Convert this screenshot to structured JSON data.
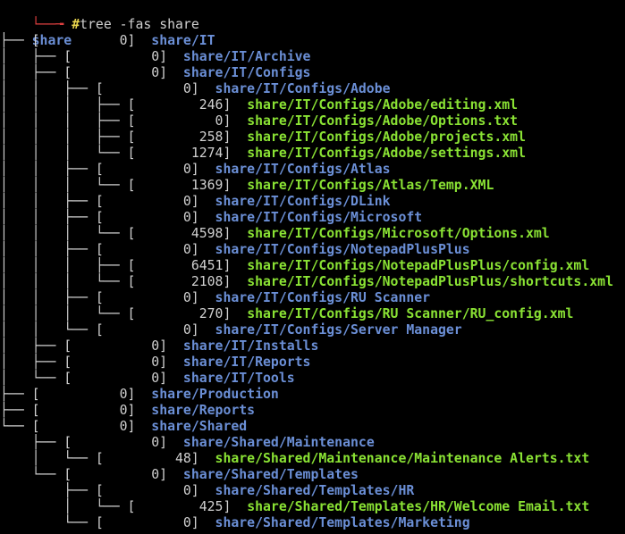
{
  "prompt": {
    "arrow": "└──╼ ",
    "hash": "#",
    "command": "tree -fas share"
  },
  "root": "share",
  "colors": {
    "directory": "#6b8fd6",
    "file": "#8ae234",
    "prompt_arrow": "#e04040",
    "prompt_hash": "#e8d44d",
    "text": "#d0d0d0"
  },
  "entries": [
    {
      "prefix": "├── ",
      "size": "[          0]  ",
      "path": "share/IT",
      "type": "dir"
    },
    {
      "prefix": "│   ├── ",
      "size": "[          0]  ",
      "path": "share/IT/Archive",
      "type": "dir"
    },
    {
      "prefix": "│   ├── ",
      "size": "[          0]  ",
      "path": "share/IT/Configs",
      "type": "dir"
    },
    {
      "prefix": "│   │   ├── ",
      "size": "[          0]  ",
      "path": "share/IT/Configs/Adobe",
      "type": "dir"
    },
    {
      "prefix": "│   │   │   ├── ",
      "size": "[        246]  ",
      "path": "share/IT/Configs/Adobe/editing.xml",
      "type": "file"
    },
    {
      "prefix": "│   │   │   ├── ",
      "size": "[          0]  ",
      "path": "share/IT/Configs/Adobe/Options.txt",
      "type": "file"
    },
    {
      "prefix": "│   │   │   ├── ",
      "size": "[        258]  ",
      "path": "share/IT/Configs/Adobe/projects.xml",
      "type": "file"
    },
    {
      "prefix": "│   │   │   └── ",
      "size": "[       1274]  ",
      "path": "share/IT/Configs/Adobe/settings.xml",
      "type": "file"
    },
    {
      "prefix": "│   │   ├── ",
      "size": "[          0]  ",
      "path": "share/IT/Configs/Atlas",
      "type": "dir"
    },
    {
      "prefix": "│   │   │   └── ",
      "size": "[       1369]  ",
      "path": "share/IT/Configs/Atlas/Temp.XML",
      "type": "file"
    },
    {
      "prefix": "│   │   ├── ",
      "size": "[          0]  ",
      "path": "share/IT/Configs/DLink",
      "type": "dir"
    },
    {
      "prefix": "│   │   ├── ",
      "size": "[          0]  ",
      "path": "share/IT/Configs/Microsoft",
      "type": "dir"
    },
    {
      "prefix": "│   │   │   └── ",
      "size": "[       4598]  ",
      "path": "share/IT/Configs/Microsoft/Options.xml",
      "type": "file"
    },
    {
      "prefix": "│   │   ├── ",
      "size": "[          0]  ",
      "path": "share/IT/Configs/NotepadPlusPlus",
      "type": "dir"
    },
    {
      "prefix": "│   │   │   ├── ",
      "size": "[       6451]  ",
      "path": "share/IT/Configs/NotepadPlusPlus/config.xml",
      "type": "file"
    },
    {
      "prefix": "│   │   │   └── ",
      "size": "[       2108]  ",
      "path": "share/IT/Configs/NotepadPlusPlus/shortcuts.xml",
      "type": "file"
    },
    {
      "prefix": "│   │   ├── ",
      "size": "[          0]  ",
      "path": "share/IT/Configs/RU Scanner",
      "type": "dir"
    },
    {
      "prefix": "│   │   │   └── ",
      "size": "[        270]  ",
      "path": "share/IT/Configs/RU Scanner/RU_config.xml",
      "type": "file"
    },
    {
      "prefix": "│   │   └── ",
      "size": "[          0]  ",
      "path": "share/IT/Configs/Server Manager",
      "type": "dir"
    },
    {
      "prefix": "│   ├── ",
      "size": "[          0]  ",
      "path": "share/IT/Installs",
      "type": "dir"
    },
    {
      "prefix": "│   ├── ",
      "size": "[          0]  ",
      "path": "share/IT/Reports",
      "type": "dir"
    },
    {
      "prefix": "│   └── ",
      "size": "[          0]  ",
      "path": "share/IT/Tools",
      "type": "dir"
    },
    {
      "prefix": "├── ",
      "size": "[          0]  ",
      "path": "share/Production",
      "type": "dir"
    },
    {
      "prefix": "├── ",
      "size": "[          0]  ",
      "path": "share/Reports",
      "type": "dir"
    },
    {
      "prefix": "└── ",
      "size": "[          0]  ",
      "path": "share/Shared",
      "type": "dir"
    },
    {
      "prefix": "    ├── ",
      "size": "[          0]  ",
      "path": "share/Shared/Maintenance",
      "type": "dir"
    },
    {
      "prefix": "    │   └── ",
      "size": "[         48]  ",
      "path": "share/Shared/Maintenance/Maintenance Alerts.txt",
      "type": "file"
    },
    {
      "prefix": "    └── ",
      "size": "[          0]  ",
      "path": "share/Shared/Templates",
      "type": "dir"
    },
    {
      "prefix": "        ├── ",
      "size": "[          0]  ",
      "path": "share/Shared/Templates/HR",
      "type": "dir"
    },
    {
      "prefix": "        │   └── ",
      "size": "[        425]  ",
      "path": "share/Shared/Templates/HR/Welcome Email.txt",
      "type": "file"
    },
    {
      "prefix": "        └── ",
      "size": "[          0]  ",
      "path": "share/Shared/Templates/Marketing",
      "type": "dir"
    }
  ]
}
